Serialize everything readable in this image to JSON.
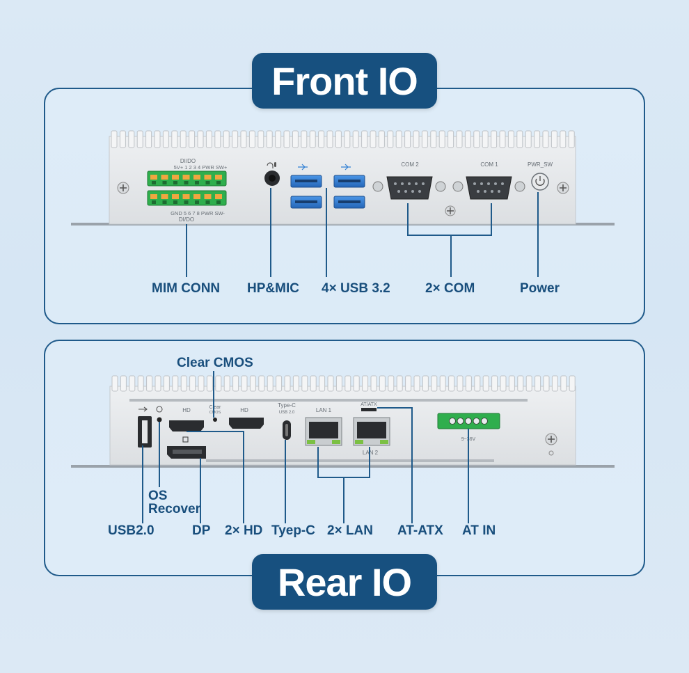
{
  "front": {
    "title": "Front IO",
    "labels": {
      "mim_conn": "MIM CONN",
      "hp_mic": "HP&MIC",
      "usb32": "4× USB 3.2",
      "com": "2× COM",
      "power": "Power"
    },
    "device_text": {
      "dido_top": "DI/DO",
      "pin_row_top": "5V+ 1 2 3 4 PWR SW+",
      "pin_row_bottom": "GND 5 6 7 8 PWR SW-",
      "dido_bottom": "DI/DO",
      "com2": "COM 2",
      "com1": "COM 1",
      "pwr_sw": "PWR_SW"
    }
  },
  "rear": {
    "title": "Rear IO",
    "labels": {
      "clear_cmos": "Clear CMOS",
      "usb20": "USB2.0",
      "os_recover": "OS\nRecover",
      "dp": "DP",
      "hd": "2× HD",
      "typec": "Tyep-C",
      "lan": "2× LAN",
      "atatx": "AT-ATX",
      "atin": "AT IN"
    },
    "device_text": {
      "hd1": "HD",
      "clear": "Clear",
      "cmos": "CMOS",
      "hd2": "HD",
      "typec": "Type-C",
      "usb20_small": "USB 2.0",
      "lan1": "LAN 1",
      "atatx_small": "AT/ATX",
      "lan2": "LAN 2",
      "voltage": "9~36V"
    }
  },
  "colors": {
    "accent": "#17507f",
    "label": "#184e7c",
    "terminal_green": "#2fae4d",
    "usb3_blue": "#2f7fd4",
    "lan_green": "#7bc043",
    "chassis": "#e6e8ea"
  }
}
